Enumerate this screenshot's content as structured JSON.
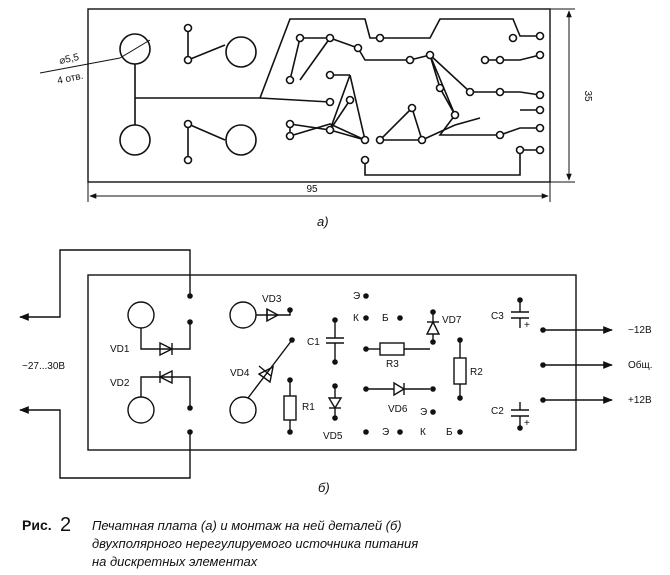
{
  "pcb": {
    "hole_dim": "⌀5,5",
    "hole_count": "4 отв.",
    "width_dim": "95",
    "height_dim": "35",
    "sub_label": "а)"
  },
  "assembly": {
    "sub_label": "б)",
    "input_label": "~27...30В",
    "outputs": [
      "−12В",
      "Общ.",
      "+12В"
    ],
    "components": {
      "vd1": "VD1",
      "vd2": "VD2",
      "vd3": "VD3",
      "vd4": "VD4",
      "vd5": "VD5",
      "vd6": "VD6",
      "vd7": "VD7",
      "c1": "C1",
      "c2": "C2",
      "c3": "C3",
      "r1": "R1",
      "r2": "R2",
      "r3": "R3"
    },
    "pins": {
      "e": "Э",
      "k": "К",
      "b": "Б"
    }
  },
  "caption": {
    "prefix": "Рис.",
    "number": "2",
    "lines": [
      "Печатная плата (а) и монтаж на ней деталей (б)",
      "двухполярного нерегулируемого источника питания",
      "на дискретных элементах"
    ]
  }
}
